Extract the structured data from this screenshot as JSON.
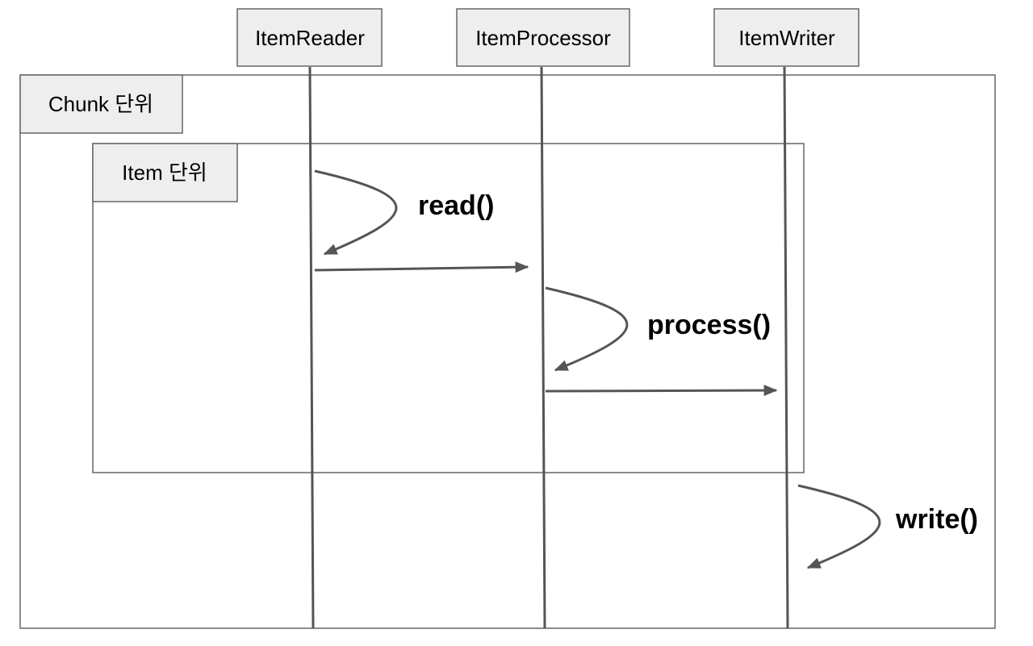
{
  "participants": [
    {
      "name": "ItemReader"
    },
    {
      "name": "ItemProcessor"
    },
    {
      "name": "ItemWriter"
    }
  ],
  "frames": {
    "chunk": {
      "label": "Chunk 단위"
    },
    "item": {
      "label": "Item 단위"
    }
  },
  "calls": {
    "read": "read()",
    "process": "process()",
    "write": "write()"
  },
  "colors": {
    "line": "#555555",
    "box_fill": "#eeeeee",
    "box_stroke": "#666666"
  }
}
